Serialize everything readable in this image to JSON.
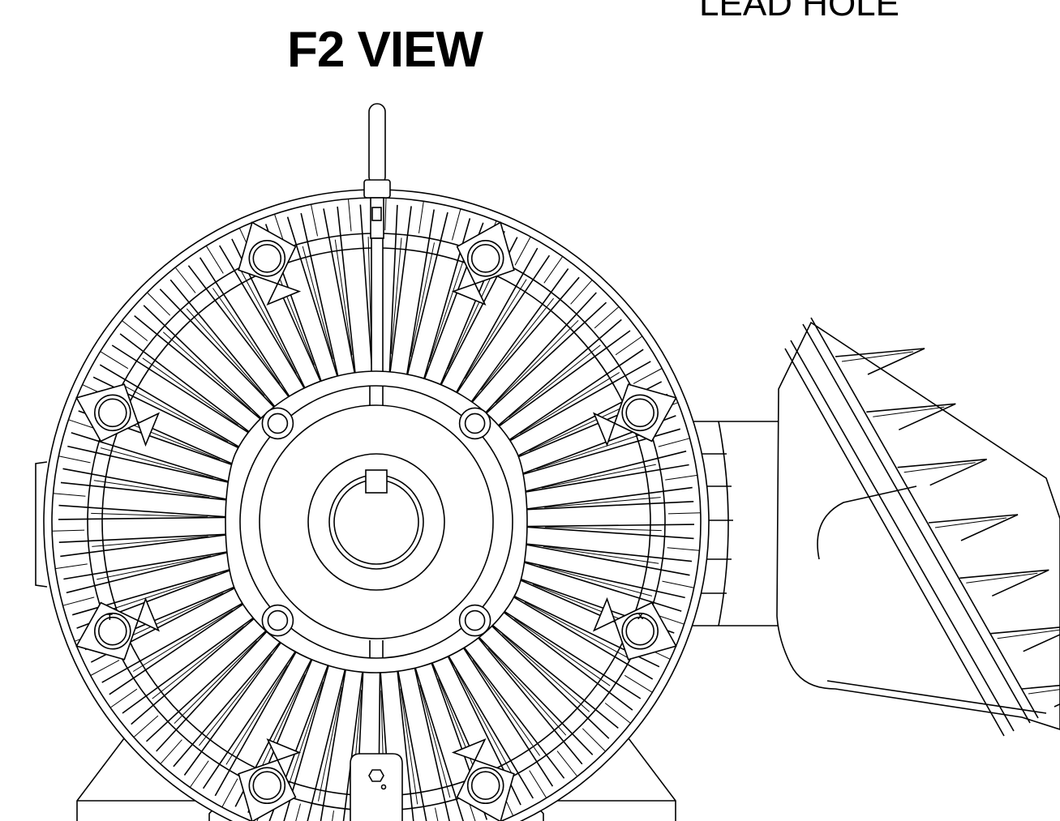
{
  "drawing": {
    "view_title": "F2 VIEW",
    "callout": "LEAD HOLE",
    "marks": {
      "left": "T",
      "right": "X"
    }
  },
  "motor": {
    "fins": 54,
    "bolt_lugs": 8,
    "hub_bolts": 4,
    "box_fins": 7
  },
  "colors": {
    "line": "#000000",
    "paper": "#ffffff"
  }
}
